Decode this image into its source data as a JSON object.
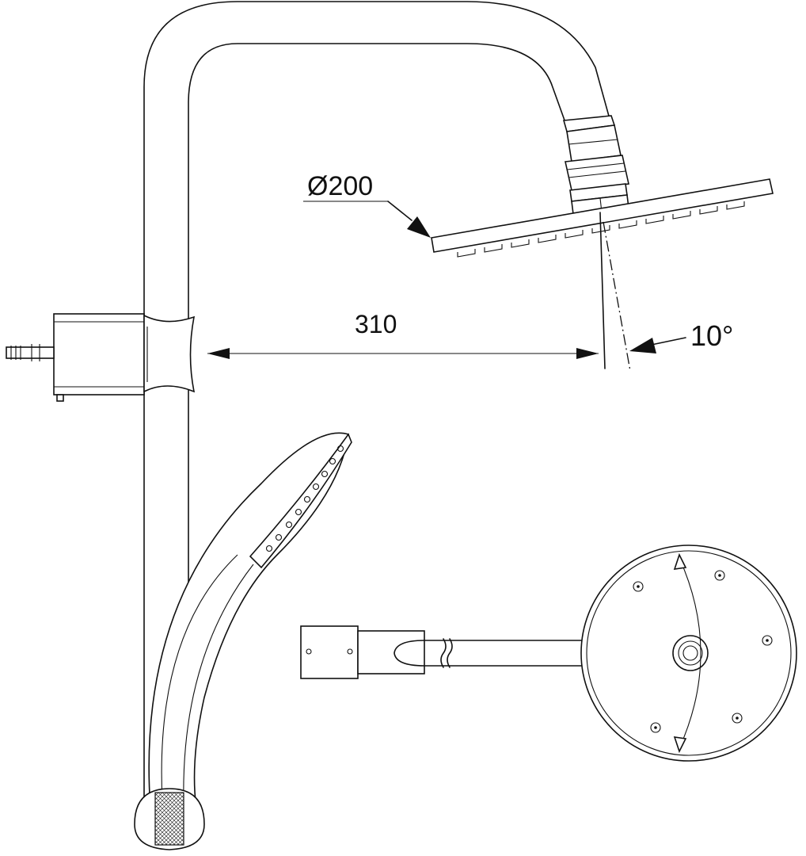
{
  "dimensions": {
    "diameter_label": "Ø200",
    "projection_label": "310",
    "angle_label": "10°"
  },
  "colors": {
    "line": "#111111",
    "background": "#ffffff"
  }
}
